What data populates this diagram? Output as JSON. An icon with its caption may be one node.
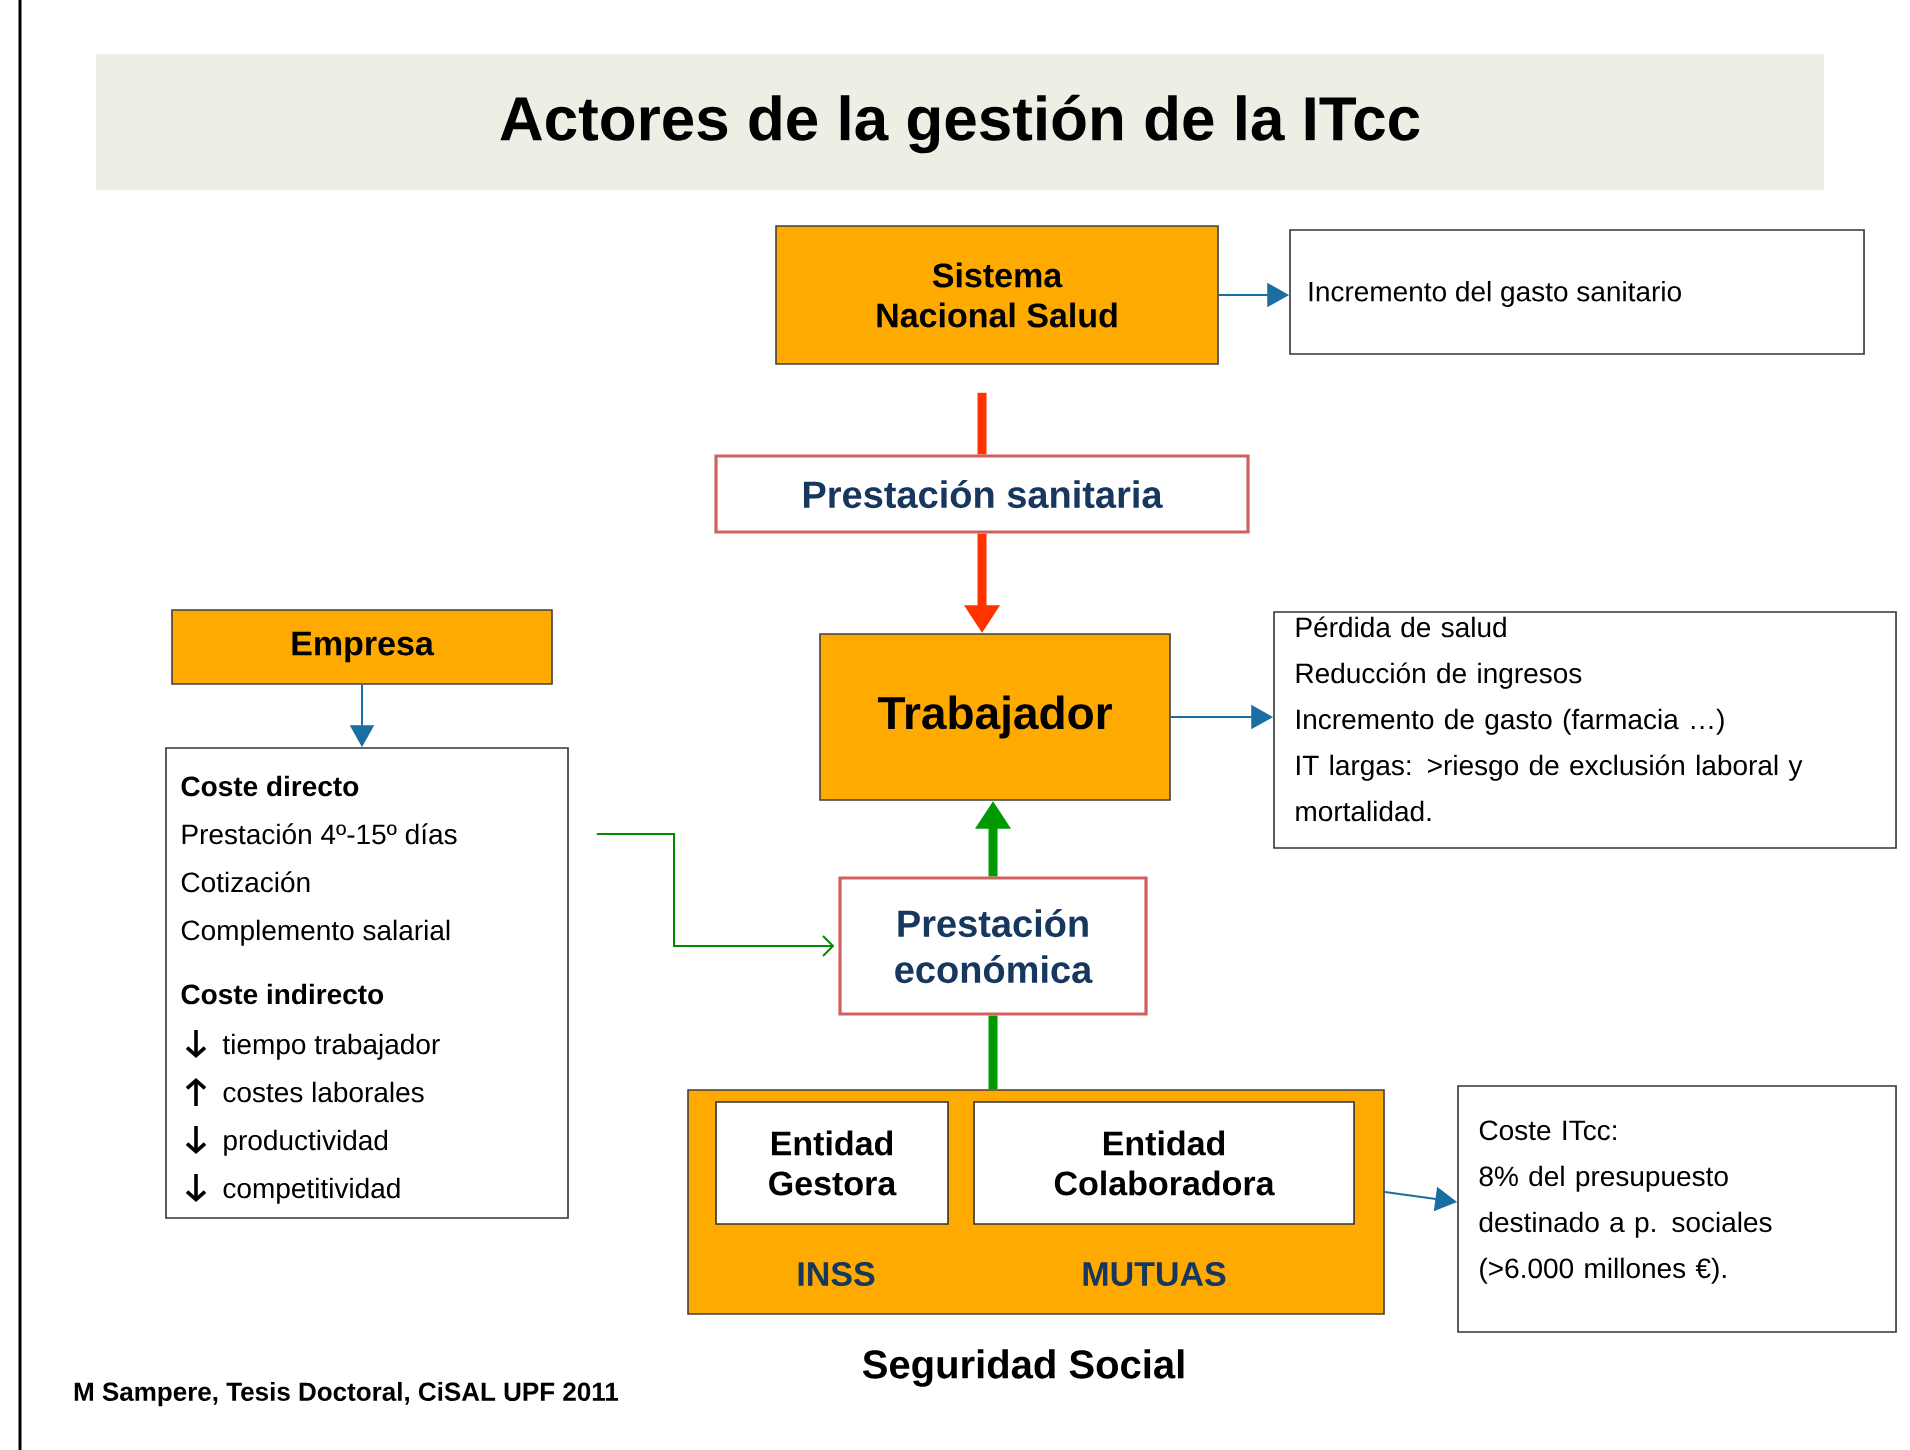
{
  "diagram": {
    "title": "Actores de la gestión de la ITcc",
    "nodes": [
      {
        "text": [
          "Sistema Nacional Salud"
        ]
      },
      {
        "text": [
          "Incremento del gasto sanitario"
        ]
      },
      {
        "text": [
          "Prestación sanitaria"
        ]
      },
      {
        "text": [
          "Empresa"
        ]
      },
      {
        "text": [
          "Coste directo",
          "Prestación 4º-15º días",
          "Cotización",
          "Complemento salarial",
          "Coste indirecto",
          "tiempo trabajador",
          "costes laborales",
          "productividad",
          "competitividad"
        ]
      },
      {
        "text": [
          "Trabajador"
        ]
      },
      {
        "text": [
          "Pérdida de salud",
          "Reducción de ingresos",
          "Incremento de gasto (farmacia …)",
          "IT largas: >riesgo de exclusión laboral y mortalidad."
        ]
      },
      {
        "text": [
          "Prestación económica"
        ]
      },
      {
        "text": [
          "INSS",
          "MUTUAS",
          "Seguridad Social"
        ]
      },
      {
        "text": [
          "Entidad Gestora"
        ],
        "in": 8
      },
      {
        "text": [
          "Entidad Colaboradora"
        ],
        "in": 8
      },
      {
        "text": [
          "Coste ITcc:",
          "8% del presupuesto destinado a p. sociales (>6.000 millones €)."
        ]
      }
    ],
    "edges": [
      {
        "from": 0,
        "to": 1,
        "arrow": "to",
        "color": "#1a6fa0"
      },
      {
        "from": 0,
        "to": 2,
        "arrow": "none",
        "style": "thick",
        "color": "#ff3300"
      },
      {
        "from": 2,
        "to": 5,
        "arrow": "to",
        "style": "thick",
        "color": "#ff3300"
      },
      {
        "from": 3,
        "to": 4,
        "arrow": "to",
        "color": "#1a6fa0"
      },
      {
        "from": 4,
        "to": 7,
        "arrow": "to",
        "color": "#008a00"
      },
      {
        "from": 8,
        "to": 7,
        "arrow": "none",
        "style": "thick",
        "color": "#009900"
      },
      {
        "from": 7,
        "to": 5,
        "arrow": "to",
        "style": "thick",
        "color": "#009900"
      },
      {
        "from": 5,
        "to": 6,
        "arrow": "to",
        "color": "#1a6fa0"
      },
      {
        "from": 8,
        "to": 11,
        "arrow": "to",
        "color": "#1a6fa0"
      }
    ],
    "labels": [
      "M Sampere, Tesis Doctoral, CiSAL UPF 2011"
    ]
  }
}
